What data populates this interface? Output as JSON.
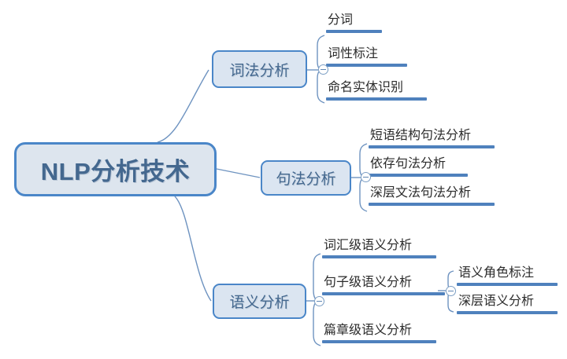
{
  "diagram": {
    "type": "mind-map",
    "background_color": "#ffffff",
    "accent_color": "#4f81bd",
    "node_border_color": "#4a86c8",
    "node_fill_color": "#dbe5f1",
    "node_text_color": "#44688f",
    "leaf_text_color": "#2b2b2b",
    "root": {
      "label": "NLP分析技术"
    },
    "branches": [
      {
        "id": "lexical",
        "label": "词法分析",
        "collapse_marker": "minus-circle",
        "children": [
          {
            "label": "分词"
          },
          {
            "label": "词性标注"
          },
          {
            "label": "命名实体识别"
          }
        ]
      },
      {
        "id": "syntactic",
        "label": "句法分析",
        "collapse_marker": "minus-circle",
        "children": [
          {
            "label": "短语结构句法分析"
          },
          {
            "label": "依存句法分析"
          },
          {
            "label": "深层文法句法分析"
          }
        ]
      },
      {
        "id": "semantic",
        "label": "语义分析",
        "collapse_marker": "minus-circle",
        "children": [
          {
            "label": "词汇级语义分析"
          },
          {
            "label": "句子级语义分析",
            "collapse_marker": "minus-circle",
            "children": [
              {
                "label": "语义角色标注"
              },
              {
                "label": "深层语义分析"
              }
            ]
          },
          {
            "label": "篇章级语义分析"
          }
        ]
      }
    ]
  }
}
